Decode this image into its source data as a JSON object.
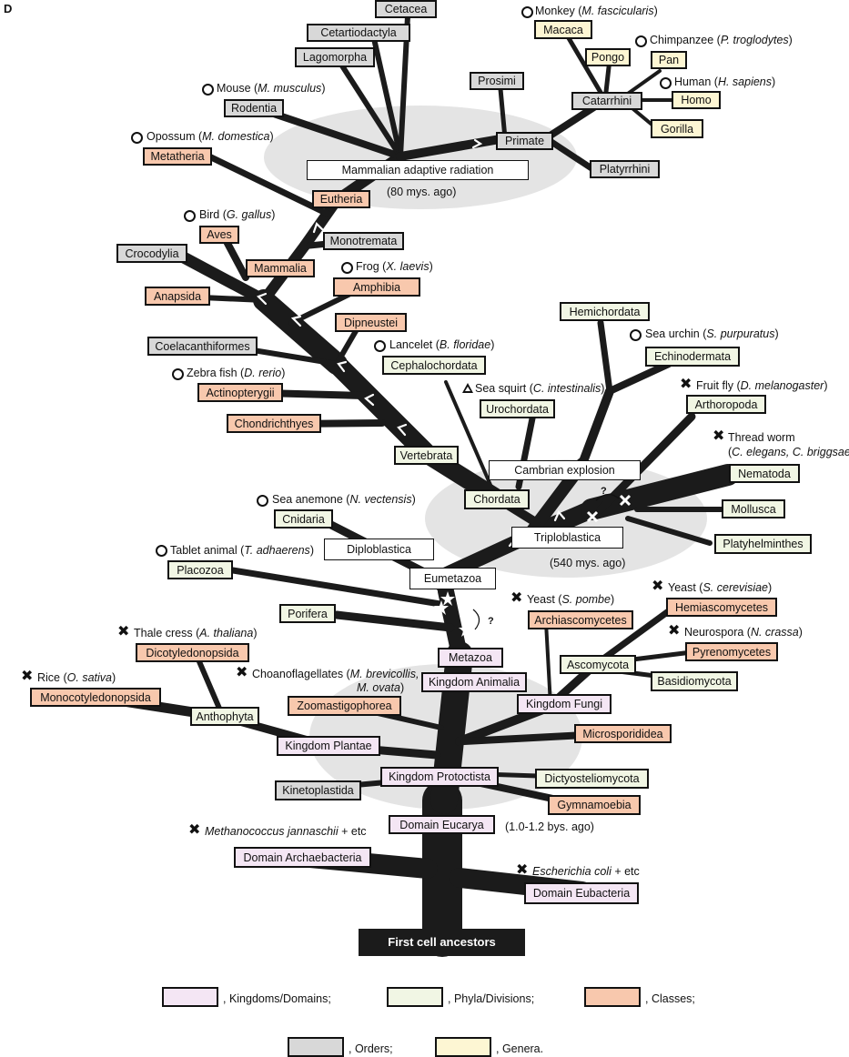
{
  "panel_letter": "D",
  "colors": {
    "kingdom": "#f4e6f4",
    "phylum": "#f1f6e4",
    "class": "#f8c8ad",
    "order": "#d8d8d8",
    "genus": "#fdf6d3",
    "branch": "#1b1b1b",
    "halo": "#e4e4e4"
  },
  "root": "First cell ancestors",
  "events": {
    "mammalian": "Mammalian adaptive radiation",
    "mammalian_age": "(80 mys. ago)",
    "cambrian": "Cambrian explosion",
    "triploblastica_age": "(540 mys. ago)",
    "eucarya_age": "(1.0-1.2  bys. ago)"
  },
  "nodes": {
    "cetacea": "Cetacea",
    "cetartiodactyla": "Cetartiodactyla",
    "lagomorpha": "Lagomorpha",
    "rodentia": "Rodentia",
    "prosimi": "Prosimi",
    "primate": "Primate",
    "platyrrhini": "Platyrrhini",
    "catarrhini": "Catarrhini",
    "macaca": "Macaca",
    "pongo": "Pongo",
    "pan": "Pan",
    "homo": "Homo",
    "gorilla": "Gorilla",
    "metatheria": "Metatheria",
    "eutheria": "Eutheria",
    "aves": "Aves",
    "mammalia": "Mammalia",
    "monotremata": "Monotremata",
    "crocodylia": "Crocodylia",
    "anapsida": "Anapsida",
    "amphibia": "Amphibia",
    "dipneustei": "Dipneustei",
    "coelacanthiformes": "Coelacanthiformes",
    "actinopterygii": "Actinopterygii",
    "chondrichthyes": "Chondrichthyes",
    "vertebrata": "Vertebrata",
    "cephalochordata": "Cephalochordata",
    "urochordata": "Urochordata",
    "chordata": "Chordata",
    "hemichordata": "Hemichordata",
    "echinodermata": "Echinodermata",
    "arthoropoda": "Arthoropoda",
    "nematoda": "Nematoda",
    "mollusca": "Mollusca",
    "platyhelminthes": "Platyhelminthes",
    "triploblastica": "Triploblastica",
    "cnidaria": "Cnidaria",
    "diploblastica": "Diploblastica",
    "eumetazoa": "Eumetazoa",
    "placozoa": "Placozoa",
    "porifera": "Porifera",
    "metazoa": "Metazoa",
    "kingdom_animalia": "Kingdom Animalia",
    "archiascomycetes": "Archiascomycetes",
    "hemiascomycetes": "Hemiascomycetes",
    "pyrenomycetes": "Pyrenomycetes",
    "ascomycota": "Ascomycota",
    "basidiomycota": "Basidiomycota",
    "kingdom_fungi": "Kingdom Fungi",
    "microsporididea": "Microsporididea",
    "dicotyledonopsida": "Dicotyledonopsida",
    "monocotyledonopsida": "Monocotyledonopsida",
    "anthophyta": "Anthophyta",
    "zoomastigophorea": "Zoomastigophorea",
    "kingdom_plantae": "Kingdom Plantae",
    "kinetoplastida": "Kinetoplastida",
    "kingdom_protoctista": "Kingdom Protoctista",
    "dictyosteliomycota": "Dictyosteliomycota",
    "gymnamoebia": "Gymnamoebia",
    "domain_eucarya": "Domain Eucarya",
    "domain_archaebacteria": "Domain Archaebacteria",
    "domain_eubacteria": "Domain Eubacteria"
  },
  "annotations": {
    "monkey": {
      "pre": "Monkey (",
      "it": "M. fascicularis",
      "post": ")"
    },
    "chimp": {
      "pre": "Chimpanzee (",
      "it": "P. troglodytes",
      "post": ")"
    },
    "human": {
      "pre": "Human (",
      "it": "H. sapiens",
      "post": ")"
    },
    "mouse": {
      "pre": "Mouse (",
      "it": "M. musculus",
      "post": ")"
    },
    "opossum": {
      "pre": "Opossum (",
      "it": "M. domestica",
      "post": ")"
    },
    "bird": {
      "pre": "Bird (",
      "it": "G. gallus",
      "post": ")"
    },
    "frog": {
      "pre": "Frog (",
      "it": "X. laevis",
      "post": ")"
    },
    "lancelet": {
      "pre": "Lancelet (",
      "it": "B. floridae",
      "post": ")"
    },
    "zebrafish": {
      "pre": "Zebra fish (",
      "it": "D. rerio",
      "post": ")"
    },
    "seasquirt": {
      "pre": "Sea squirt (",
      "it": "C. intestinalis",
      "post": ")"
    },
    "seaurchin": {
      "pre": "Sea urchin (",
      "it": "S. purpuratus",
      "post": ")"
    },
    "fruitfly": {
      "pre": "Fruit fly (",
      "it": "D. melanogaster",
      "post": ")"
    },
    "threadworm": {
      "pre": "Thread worm",
      "it": "",
      "post": ""
    },
    "threadworm2": {
      "pre": "(",
      "it": "C. elegans, C. briggsae",
      "post": ")"
    },
    "seaanemone": {
      "pre": "Sea anemone (",
      "it": "N. vectensis",
      "post": ")"
    },
    "tablet": {
      "pre": "Tablet animal (",
      "it": "T. adhaerens",
      "post": ")"
    },
    "yeast_pombe": {
      "pre": "Yeast (",
      "it": "S. pombe",
      "post": ")"
    },
    "yeast_cerev": {
      "pre": "Yeast (",
      "it": "S. cerevisiae",
      "post": ")"
    },
    "neurospora": {
      "pre": "Neurospora (",
      "it": "N. crassa",
      "post": ")"
    },
    "thalecress": {
      "pre": "Thale cress (",
      "it": "A. thaliana",
      "post": ")"
    },
    "rice": {
      "pre": "Rice (",
      "it": "O. sativa",
      "post": ")"
    },
    "choano": {
      "pre": "Choanoflagellates (",
      "it": "M. brevicollis,",
      "post": ""
    },
    "choano2": {
      "pre": "",
      "it": "M. ovata",
      "post": ")"
    },
    "methano": {
      "pre": "",
      "it": "Methanococcus jannaschii",
      "post": " + etc"
    },
    "ecoli": {
      "pre": "",
      "it": "Escherichia coli",
      "post": " + etc"
    }
  },
  "question_marks": [
    "?",
    "?"
  ],
  "legend": [
    {
      "label": ",  Kingdoms/Domains;",
      "color": "#f4e6f4"
    },
    {
      "label": ",  Phyla/Divisions;",
      "color": "#f1f6e4"
    },
    {
      "label": ",  Classes;",
      "color": "#f8c8ad"
    },
    {
      "label": ",  Orders;",
      "color": "#d8d8d8"
    },
    {
      "label": ",  Genera.",
      "color": "#fdf6d3"
    }
  ]
}
